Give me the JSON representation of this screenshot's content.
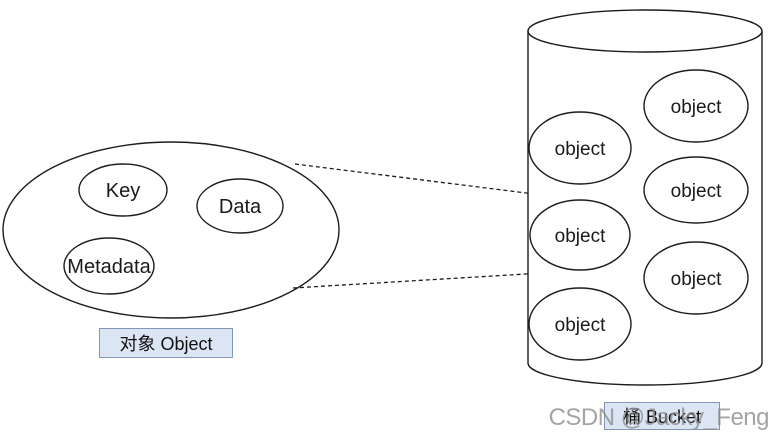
{
  "diagram": {
    "object_group": {
      "caption": "对象 Object",
      "parts": [
        {
          "label": "Key"
        },
        {
          "label": "Data"
        },
        {
          "label": "Metadata"
        }
      ]
    },
    "bucket": {
      "caption": "桶 Bucket",
      "objects": [
        "object",
        "object",
        "object",
        "object",
        "object",
        "object"
      ]
    },
    "colors": {
      "stroke": "#1c1c1c",
      "caption_fill": "#dbe5f3",
      "caption_border": "#8296b5",
      "watermark_gray": "#8a8a8a"
    }
  },
  "watermark": {
    "text": "CSDN @Jacky_Feng"
  }
}
